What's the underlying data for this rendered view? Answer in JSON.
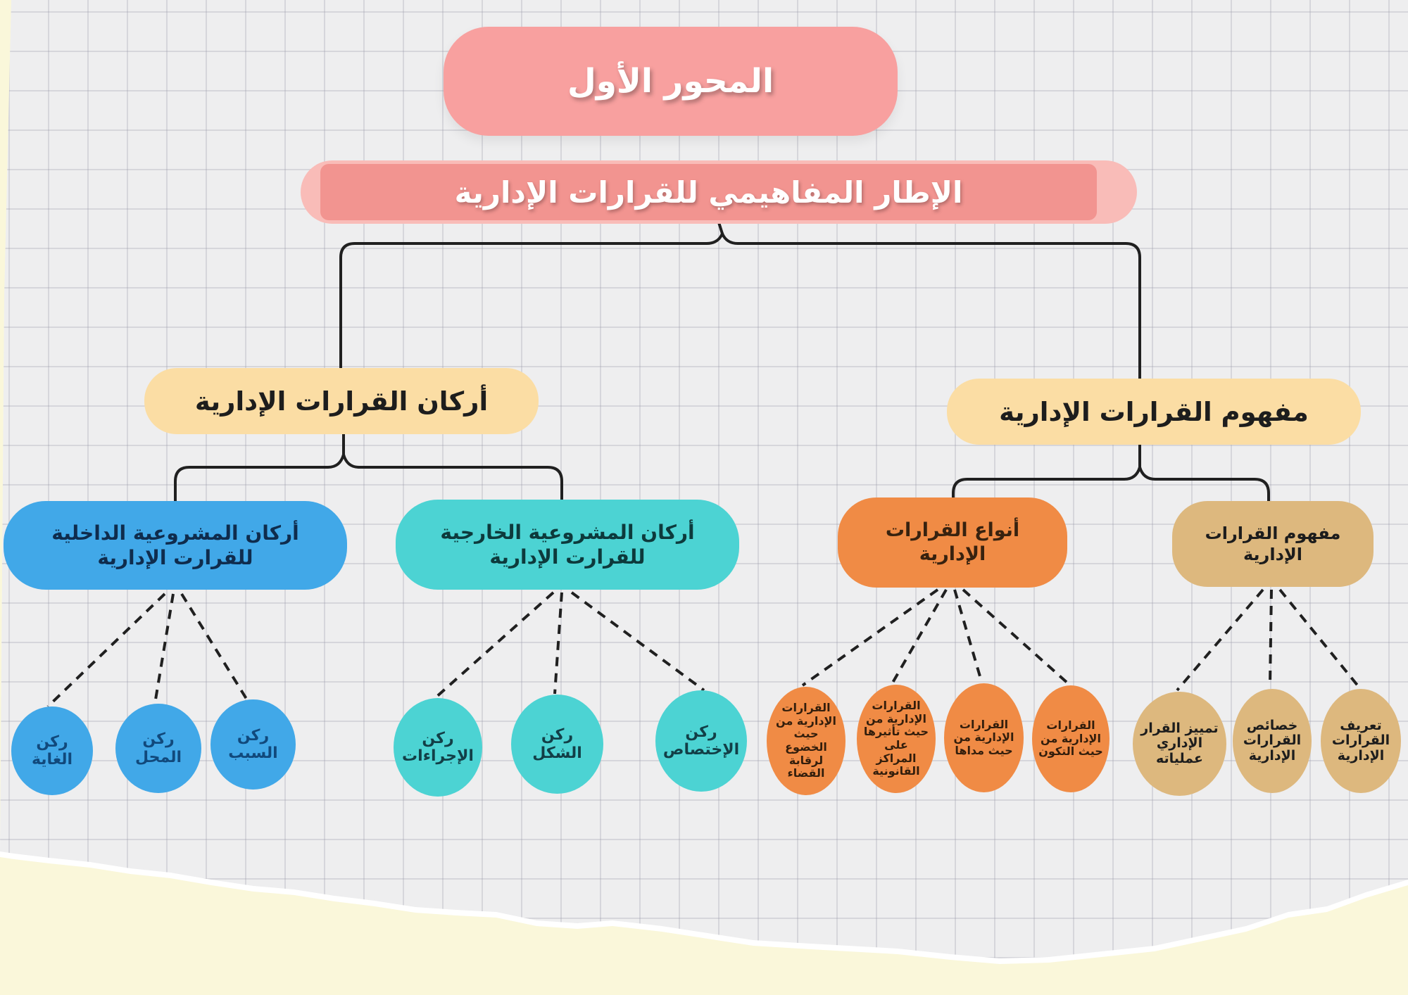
{
  "root": {
    "title": "المحور الأول",
    "subtitle": "الإطار المفاهيمي للقرارات الإدارية"
  },
  "branches": {
    "arkan": {
      "label": "أركان القرارات الإدارية",
      "groups": {
        "internal": {
          "label": "أركان المشروعية الداخلية للقرارت الإدارية",
          "children": [
            "ركن الغاية",
            "ركن المحل",
            "ركن السبب"
          ]
        },
        "external": {
          "label": "أركان المشروعية الخارجية للقرارت الإدارية",
          "children": [
            "ركن الإجراءات",
            "ركن الشكل",
            "ركن الإختصاص"
          ]
        }
      }
    },
    "mafhoum": {
      "label": "مفهوم القرارات الإدارية",
      "groups": {
        "types": {
          "label": "أنواع القرارات الإدارية",
          "children": [
            "القرارات الإدارية من حيث الخضوع لرقابة القضاء",
            "القرارات الإدارية من حيث تأثيرها على المراكز القانونية",
            "القرارات الإدارية من حيث مداها",
            "القرارات الإدارية من حيث التكون"
          ]
        },
        "concept": {
          "label": "مفهوم القرارات الإدارية",
          "children": [
            "تمييز القرار الإداري عملياته",
            "خصائص القرارات الإدارية",
            "تعريف القرارات الإدارية"
          ]
        }
      }
    }
  },
  "colors": {
    "title_pink": "#f8a09f",
    "bar_pink_light": "#f9bcb8",
    "bar_pink_dark": "#f29490",
    "branch_cream": "#fbdda4",
    "blue": "#41a8e8",
    "teal": "#4cd3d3",
    "orange": "#f08b45",
    "tan": "#ddb87e",
    "paper": "#eeeeef",
    "backdrop_cream": "#faf7da",
    "line": "#202020"
  }
}
